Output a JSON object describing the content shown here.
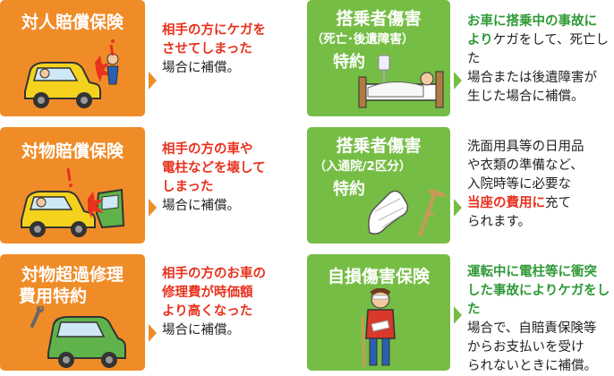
{
  "colors": {
    "orange": "#f08c28",
    "green": "#76bd45",
    "red_text": "#e8321e",
    "green_text": "#2f9a37"
  },
  "cards": {
    "c1": {
      "title": "対人賠償保険",
      "desc_hl": [
        "相手の方にケガを",
        "させてしまった"
      ],
      "desc_tx": [
        "場合に補償。"
      ]
    },
    "c2": {
      "title": "対物賠償保険",
      "desc_hl": [
        "相手の方の車や",
        "電柱などを壊して",
        "しまった"
      ],
      "desc_tx": [
        "場合に補償。"
      ]
    },
    "c3": {
      "title_lines": [
        "対物超過修理",
        "費用特約"
      ],
      "desc_hl": [
        "相手の方のお車の",
        "修理費が時価額",
        "より高くなった"
      ],
      "desc_tx": [
        "場合に補償。"
      ]
    },
    "g1": {
      "title": "搭乗者傷害",
      "sub": "（死亡･後遺障害）",
      "title2": "特約",
      "desc_hl": [
        "お車に搭乗中の事故に"
      ],
      "desc_hl2": "より",
      "desc_tx_inline": "ケガをして、死亡した",
      "desc_tx": [
        "場合または後遺障害が",
        "生じた場合に補償。"
      ]
    },
    "g2": {
      "title": "搭乗者傷害",
      "sub": "（入通院/2区分）",
      "title2": "特約",
      "desc_tx": [
        "洗面用具等の日用品",
        "や衣類の準備など、",
        "入院時等に必要な"
      ],
      "desc_hl_inline": "当座の費用に",
      "desc_tx_inline": "充て",
      "desc_tx2": [
        "られます。"
      ]
    },
    "g3": {
      "title": "自損傷害保険",
      "desc_hl": [
        "運転中に電柱等に衝突",
        "した事故によりケガをした"
      ],
      "desc_tx": [
        "場合で、自賠責保険等",
        "からお支払いを受け",
        "られないときに補償。"
      ]
    }
  },
  "icons": [
    "car-pedestrian-accident-icon",
    "car-collision-icon",
    "car-repair-icon",
    "hospital-bed-icon",
    "cast-crutch-icon",
    "injured-person-icon"
  ]
}
